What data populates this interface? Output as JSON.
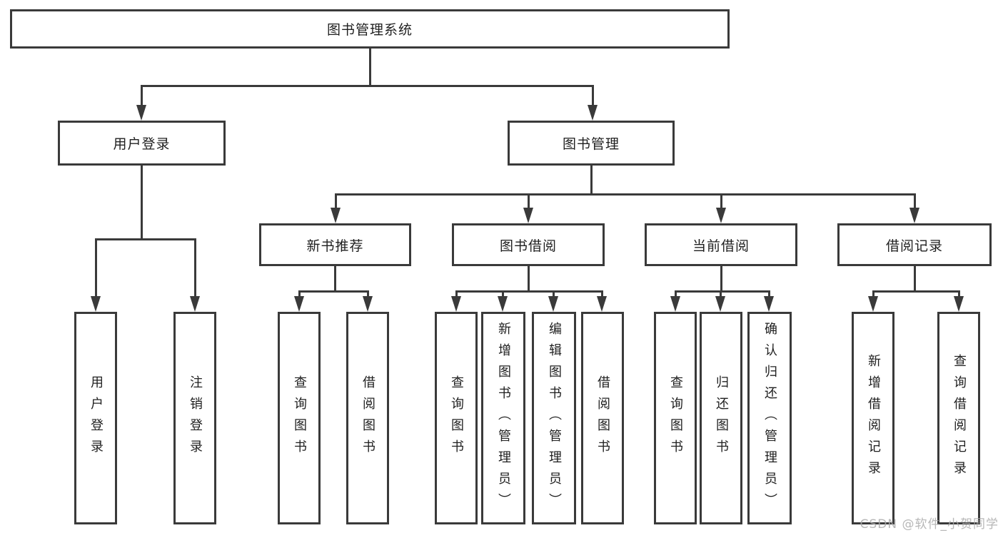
{
  "diagram": {
    "type": "tree",
    "orientation": "top-down",
    "tree": {
      "label": "图书管理系统",
      "children": [
        {
          "label": "用户登录",
          "children": [
            {
              "label": "用户登录"
            },
            {
              "label": "注销登录"
            }
          ]
        },
        {
          "label": "图书管理",
          "children": [
            {
              "label": "新书推荐",
              "children": [
                {
                  "label": "查询图书"
                },
                {
                  "label": "借阅图书"
                }
              ]
            },
            {
              "label": "图书借阅",
              "children": [
                {
                  "label": "查询图书"
                },
                {
                  "label": "新增图书（管理员）"
                },
                {
                  "label": "编辑图书（管理员）"
                },
                {
                  "label": "借阅图书"
                }
              ]
            },
            {
              "label": "当前借阅",
              "children": [
                {
                  "label": "查询图书"
                },
                {
                  "label": "归还图书"
                },
                {
                  "label": "确认归还（管理员）"
                }
              ]
            },
            {
              "label": "借阅记录",
              "children": [
                {
                  "label": "新增借阅记录"
                },
                {
                  "label": "查询借阅记录"
                }
              ]
            }
          ]
        }
      ]
    }
  },
  "colors": {
    "line": "#3a3a3a",
    "text": "#1f1f1f",
    "background": "#ffffff",
    "watermark": "#aaaaaa"
  },
  "watermark": {
    "text": "CSDN @软件_小贺同学"
  }
}
